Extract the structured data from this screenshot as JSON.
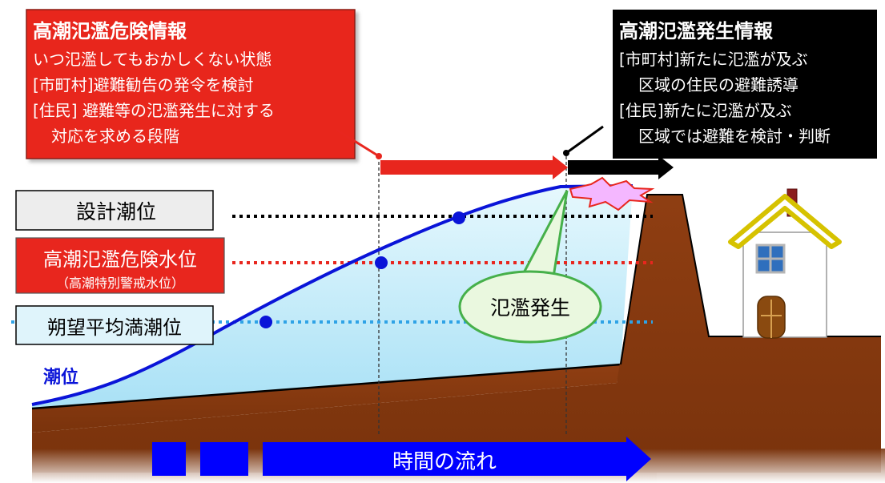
{
  "danger_info": {
    "title": "高潮氾濫危険情報",
    "lines": [
      "いつ氾濫してもおかしくない状態",
      "[市町村]避難勧告の発令を検討",
      "[住民] 避難等の氾濫発生に対する",
      "対応を求める段階"
    ]
  },
  "occurrence_info": {
    "title": "高潮氾濫発生情報",
    "lines": [
      "[市町村]新たに氾濫が及ぶ",
      "区域の住民の避難誘導",
      "[住民]新たに氾濫が及ぶ",
      "区域では避難を検討・判断"
    ]
  },
  "levels": {
    "design": "設計潮位",
    "danger": "高潮氾濫危険水位",
    "danger_sub": "（高潮特別警戒水位）",
    "mean": "朔望平均満潮位"
  },
  "tide_label": "潮位",
  "flood_label": "氾濫発生",
  "time_label": "時間の流れ",
  "colors": {
    "danger_red": "#e8261e",
    "black": "#000000",
    "tide_blue": "#0a14d8",
    "water": "#cdeefa",
    "soil": "#8a3a10",
    "time_arrow": "#0000ff",
    "callout_fill": "#eaf8df",
    "callout_stroke": "#46b04a"
  }
}
